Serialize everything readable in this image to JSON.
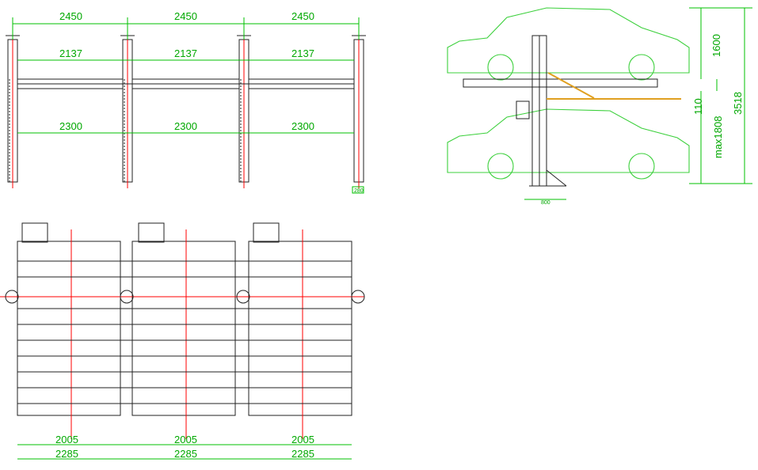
{
  "front_view": {
    "top_spans": [
      "2450",
      "2450",
      "2450"
    ],
    "inner_spans": [
      "2137",
      "2137",
      "2137"
    ],
    "mid_spans": [
      "2300",
      "2300",
      "2300"
    ],
    "post_width": "280"
  },
  "side_view": {
    "upper_height": "1600",
    "gap": "110",
    "lower_height": "max1808",
    "total_height": "3518",
    "base_width": "800"
  },
  "plan_view": {
    "inner_widths": [
      "2005",
      "2005",
      "2005"
    ],
    "outer_widths": [
      "2285",
      "2285",
      "2285"
    ]
  },
  "colors": {
    "dimension": "#00a800",
    "structure": "#222222",
    "centerline": "#ff0000",
    "car": "#3cd03c",
    "arm": "#e0a020"
  }
}
